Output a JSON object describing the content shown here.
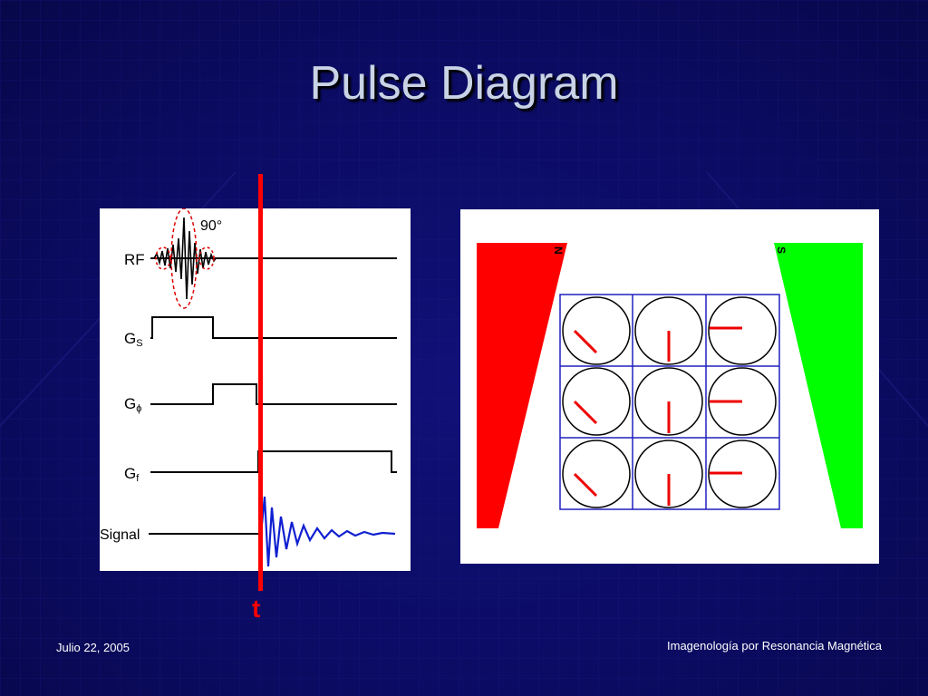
{
  "slide": {
    "title": "Pulse Diagram",
    "footer_left": "Julio 22, 2005",
    "footer_right": "Imagenología por Resonancia Magnética",
    "cursor_label": "t"
  },
  "pulse_diagram": {
    "flip_angle": "90°",
    "rows": [
      {
        "label": "RF",
        "sub": ""
      },
      {
        "label": "G",
        "sub": "S"
      },
      {
        "label": "G",
        "sub": "ϕ"
      },
      {
        "label": "G",
        "sub": "f"
      },
      {
        "label": "Signal",
        "sub": ""
      }
    ]
  },
  "gradient_panel": {
    "north_label": "N",
    "south_label": "S",
    "rows": 3,
    "cols": 3
  },
  "colors": {
    "background": "#0a0a5e",
    "title": "#c9d3e6",
    "cursor": "#ff0000",
    "north_magnet": "#ff0000",
    "south_magnet": "#00ff00",
    "grid": "#2020c0",
    "signal": "#1020d0",
    "spin_vector": "#ee0000"
  }
}
